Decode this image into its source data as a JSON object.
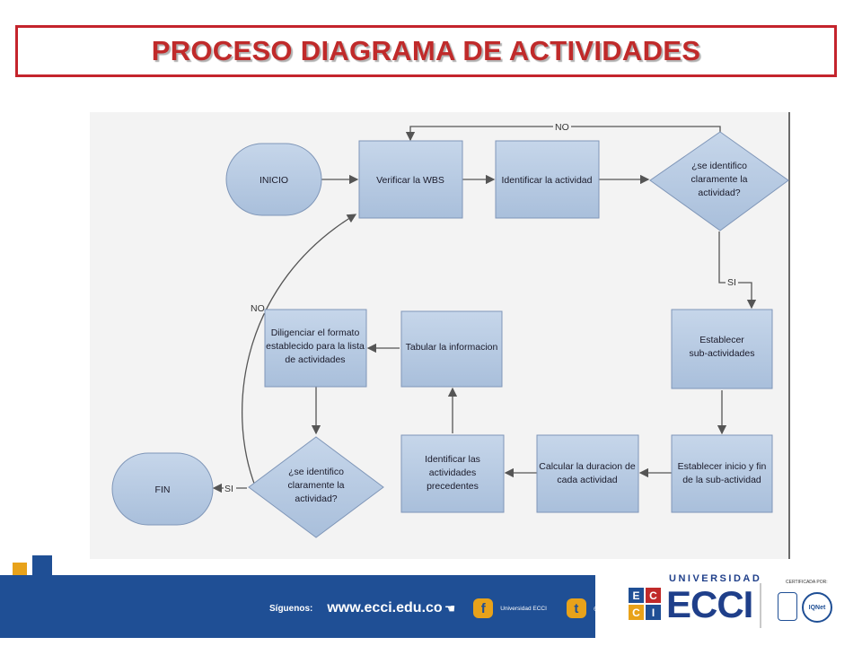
{
  "title": "PROCESO DIAGRAMA DE ACTIVIDADES",
  "diagram": {
    "nodes": {
      "inicio": "INICIO",
      "verificar": "Verificar la WBS",
      "identificar": [
        "Identificar la actividad"
      ],
      "decision1": [
        "¿se identifico",
        "claramente la",
        "actividad?"
      ],
      "establecer_sub": [
        "Establecer",
        "sub-actividades"
      ],
      "establecer_inicio": [
        "Establecer inicio y fin",
        "de la sub-actividad"
      ],
      "calcular": [
        "Calcular la duracion de",
        "cada actividad"
      ],
      "identificar_prec": [
        "Identificar las",
        "actividades",
        "precedentes"
      ],
      "tabular": [
        "Tabular la informacion"
      ],
      "diligenciar": [
        "Diligenciar el formato",
        "establecido para la lista",
        "de actividades"
      ],
      "decision2": [
        "¿se identifico",
        "claramente la",
        "actividad?"
      ],
      "fin": "FIN"
    },
    "edges": {
      "no_top": "NO",
      "si_right": "SI",
      "no_left": "NO",
      "si_bottom": "SI"
    }
  },
  "footer": {
    "siguenos": "Síguenos:",
    "website": "www.ecci.edu.co",
    "facebook_icon": "f",
    "facebook": "Universidad ECCI",
    "twitter_icon": "t",
    "twitter": "@ECCI_edu"
  },
  "logo": {
    "universidad": "UNIVERSIDAD",
    "name": "ECCI",
    "tiles": [
      "E",
      "C",
      "C",
      "I"
    ],
    "certified": "CERTIFICADA POR:",
    "cert_mark": "IQNet"
  },
  "colors": {
    "title_red": "#c02a2a",
    "box_fill": "#b8cce4",
    "box_stroke": "#7f96b8",
    "footer_blue": "#1f4f95",
    "accent_orange": "#e8a21a"
  }
}
